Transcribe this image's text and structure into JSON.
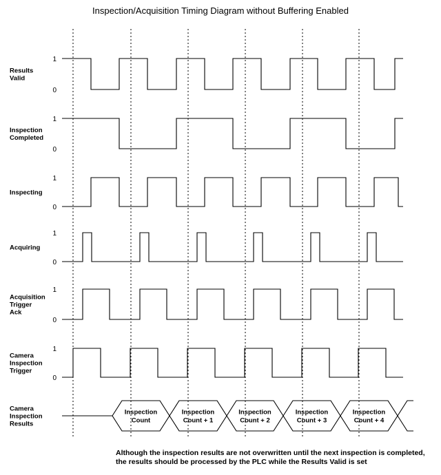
{
  "title": "Inspection/Acquisition Timing Diagram without Buffering Enabled",
  "note": {
    "line1": "Although the inspection results are not overwritten until the next inspection is completed,",
    "line2": "the results should be processed by the PLC while the Results Valid is set"
  },
  "axis": {
    "high_label": "1",
    "low_label": "0",
    "plot_left": 90,
    "plot_right": 585,
    "gridlines": [
      106,
      190,
      273,
      356,
      439,
      521
    ]
  },
  "chart_data": {
    "type": "line",
    "title": "Inspection/Acquisition Timing Diagram without Buffering Enabled",
    "xlabel": "",
    "ylabel": "",
    "grid": true,
    "legend": "none",
    "xlim": [
      90,
      585
    ],
    "ylim": [
      0,
      1
    ],
    "signals": [
      {
        "name": "Results Valid",
        "label_lines": [
          "Results",
          "Valid"
        ],
        "y_high": 85,
        "y_low": 130,
        "initial": 1,
        "transitions": [
          {
            "x": 132,
            "level": 0
          },
          {
            "x": 173,
            "level": 1
          },
          {
            "x": 214,
            "level": 0
          },
          {
            "x": 256,
            "level": 1
          },
          {
            "x": 297,
            "level": 0
          },
          {
            "x": 338,
            "level": 1
          },
          {
            "x": 379,
            "level": 0
          },
          {
            "x": 421,
            "level": 1
          },
          {
            "x": 461,
            "level": 0
          },
          {
            "x": 502,
            "level": 1
          },
          {
            "x": 543,
            "level": 0
          },
          {
            "x": 573,
            "level": 1
          }
        ]
      },
      {
        "name": "Inspection Completed",
        "label_lines": [
          "Inspection",
          "Completed"
        ],
        "y_high": 172,
        "y_low": 216,
        "initial": 1,
        "transitions": [
          {
            "x": 173,
            "level": 0
          },
          {
            "x": 256,
            "level": 1
          },
          {
            "x": 338,
            "level": 0
          },
          {
            "x": 421,
            "level": 1
          },
          {
            "x": 502,
            "level": 0
          },
          {
            "x": 573,
            "level": 1
          }
        ]
      },
      {
        "name": "Inspecting",
        "label_lines": [
          "Inspecting"
        ],
        "y_high": 258,
        "y_low": 300,
        "initial": 0,
        "transitions": [
          {
            "x": 132,
            "level": 1
          },
          {
            "x": 173,
            "level": 0
          },
          {
            "x": 214,
            "level": 1
          },
          {
            "x": 256,
            "level": 0
          },
          {
            "x": 297,
            "level": 1
          },
          {
            "x": 338,
            "level": 0
          },
          {
            "x": 379,
            "level": 1
          },
          {
            "x": 421,
            "level": 0
          },
          {
            "x": 461,
            "level": 1
          },
          {
            "x": 502,
            "level": 0
          },
          {
            "x": 543,
            "level": 1
          },
          {
            "x": 578,
            "level": 0
          }
        ]
      },
      {
        "name": "Acquiring",
        "label_lines": [
          "Acquiring"
        ],
        "y_high": 338,
        "y_low": 380,
        "initial": 0,
        "transitions": [
          {
            "x": 120,
            "level": 1
          },
          {
            "x": 133,
            "level": 0
          },
          {
            "x": 203,
            "level": 1
          },
          {
            "x": 216,
            "level": 0
          },
          {
            "x": 286,
            "level": 1
          },
          {
            "x": 299,
            "level": 0
          },
          {
            "x": 368,
            "level": 1
          },
          {
            "x": 381,
            "level": 0
          },
          {
            "x": 451,
            "level": 1
          },
          {
            "x": 464,
            "level": 0
          },
          {
            "x": 533,
            "level": 1
          },
          {
            "x": 546,
            "level": 0
          }
        ]
      },
      {
        "name": "Acquisition Trigger Ack",
        "label_lines": [
          "Acquisition",
          "Trigger",
          "Ack"
        ],
        "y_high": 420,
        "y_low": 464,
        "initial": 0,
        "transitions": [
          {
            "x": 120,
            "level": 1
          },
          {
            "x": 159,
            "level": 0
          },
          {
            "x": 203,
            "level": 1
          },
          {
            "x": 242,
            "level": 0
          },
          {
            "x": 286,
            "level": 1
          },
          {
            "x": 325,
            "level": 0
          },
          {
            "x": 368,
            "level": 1
          },
          {
            "x": 407,
            "level": 0
          },
          {
            "x": 451,
            "level": 1
          },
          {
            "x": 490,
            "level": 0
          },
          {
            "x": 533,
            "level": 1
          },
          {
            "x": 572,
            "level": 0
          }
        ]
      },
      {
        "name": "Camera Inspection Trigger",
        "label_lines": [
          "Camera",
          "Inspection",
          "Trigger"
        ],
        "y_high": 506,
        "y_low": 548,
        "initial": 0,
        "transitions": [
          {
            "x": 106,
            "level": 1
          },
          {
            "x": 146,
            "level": 0
          },
          {
            "x": 189,
            "level": 1
          },
          {
            "x": 229,
            "level": 0
          },
          {
            "x": 272,
            "level": 1
          },
          {
            "x": 312,
            "level": 0
          },
          {
            "x": 355,
            "level": 1
          },
          {
            "x": 395,
            "level": 0
          },
          {
            "x": 438,
            "level": 1
          },
          {
            "x": 478,
            "level": 0
          },
          {
            "x": 520,
            "level": 1
          },
          {
            "x": 560,
            "level": 0
          }
        ]
      }
    ],
    "bus_signal": {
      "name": "Camera Inspection Results",
      "label_lines": [
        "Camera",
        "Inspection",
        "Results"
      ],
      "y_top": 582,
      "y_mid": 604,
      "y_bottom": 626,
      "lead_start": 106,
      "segments": [
        {
          "label_lines": [
            "Inspection",
            "Count"
          ],
          "x_start": 163,
          "x_end": 246
        },
        {
          "label_lines": [
            "Inspection",
            "Count + 1"
          ],
          "x_start": 246,
          "x_end": 329
        },
        {
          "label_lines": [
            "Inspection",
            "Count + 2"
          ],
          "x_start": 329,
          "x_end": 411
        },
        {
          "label_lines": [
            "Inspection",
            "Count + 3"
          ],
          "x_start": 411,
          "x_end": 494
        },
        {
          "label_lines": [
            "Inspection",
            "Count + 4"
          ],
          "x_start": 494,
          "x_end": 577
        }
      ],
      "tail_end": 600,
      "bevel": 14
    }
  },
  "colors": {
    "stroke": "#000000",
    "background": "#ffffff",
    "text": "#000000"
  }
}
